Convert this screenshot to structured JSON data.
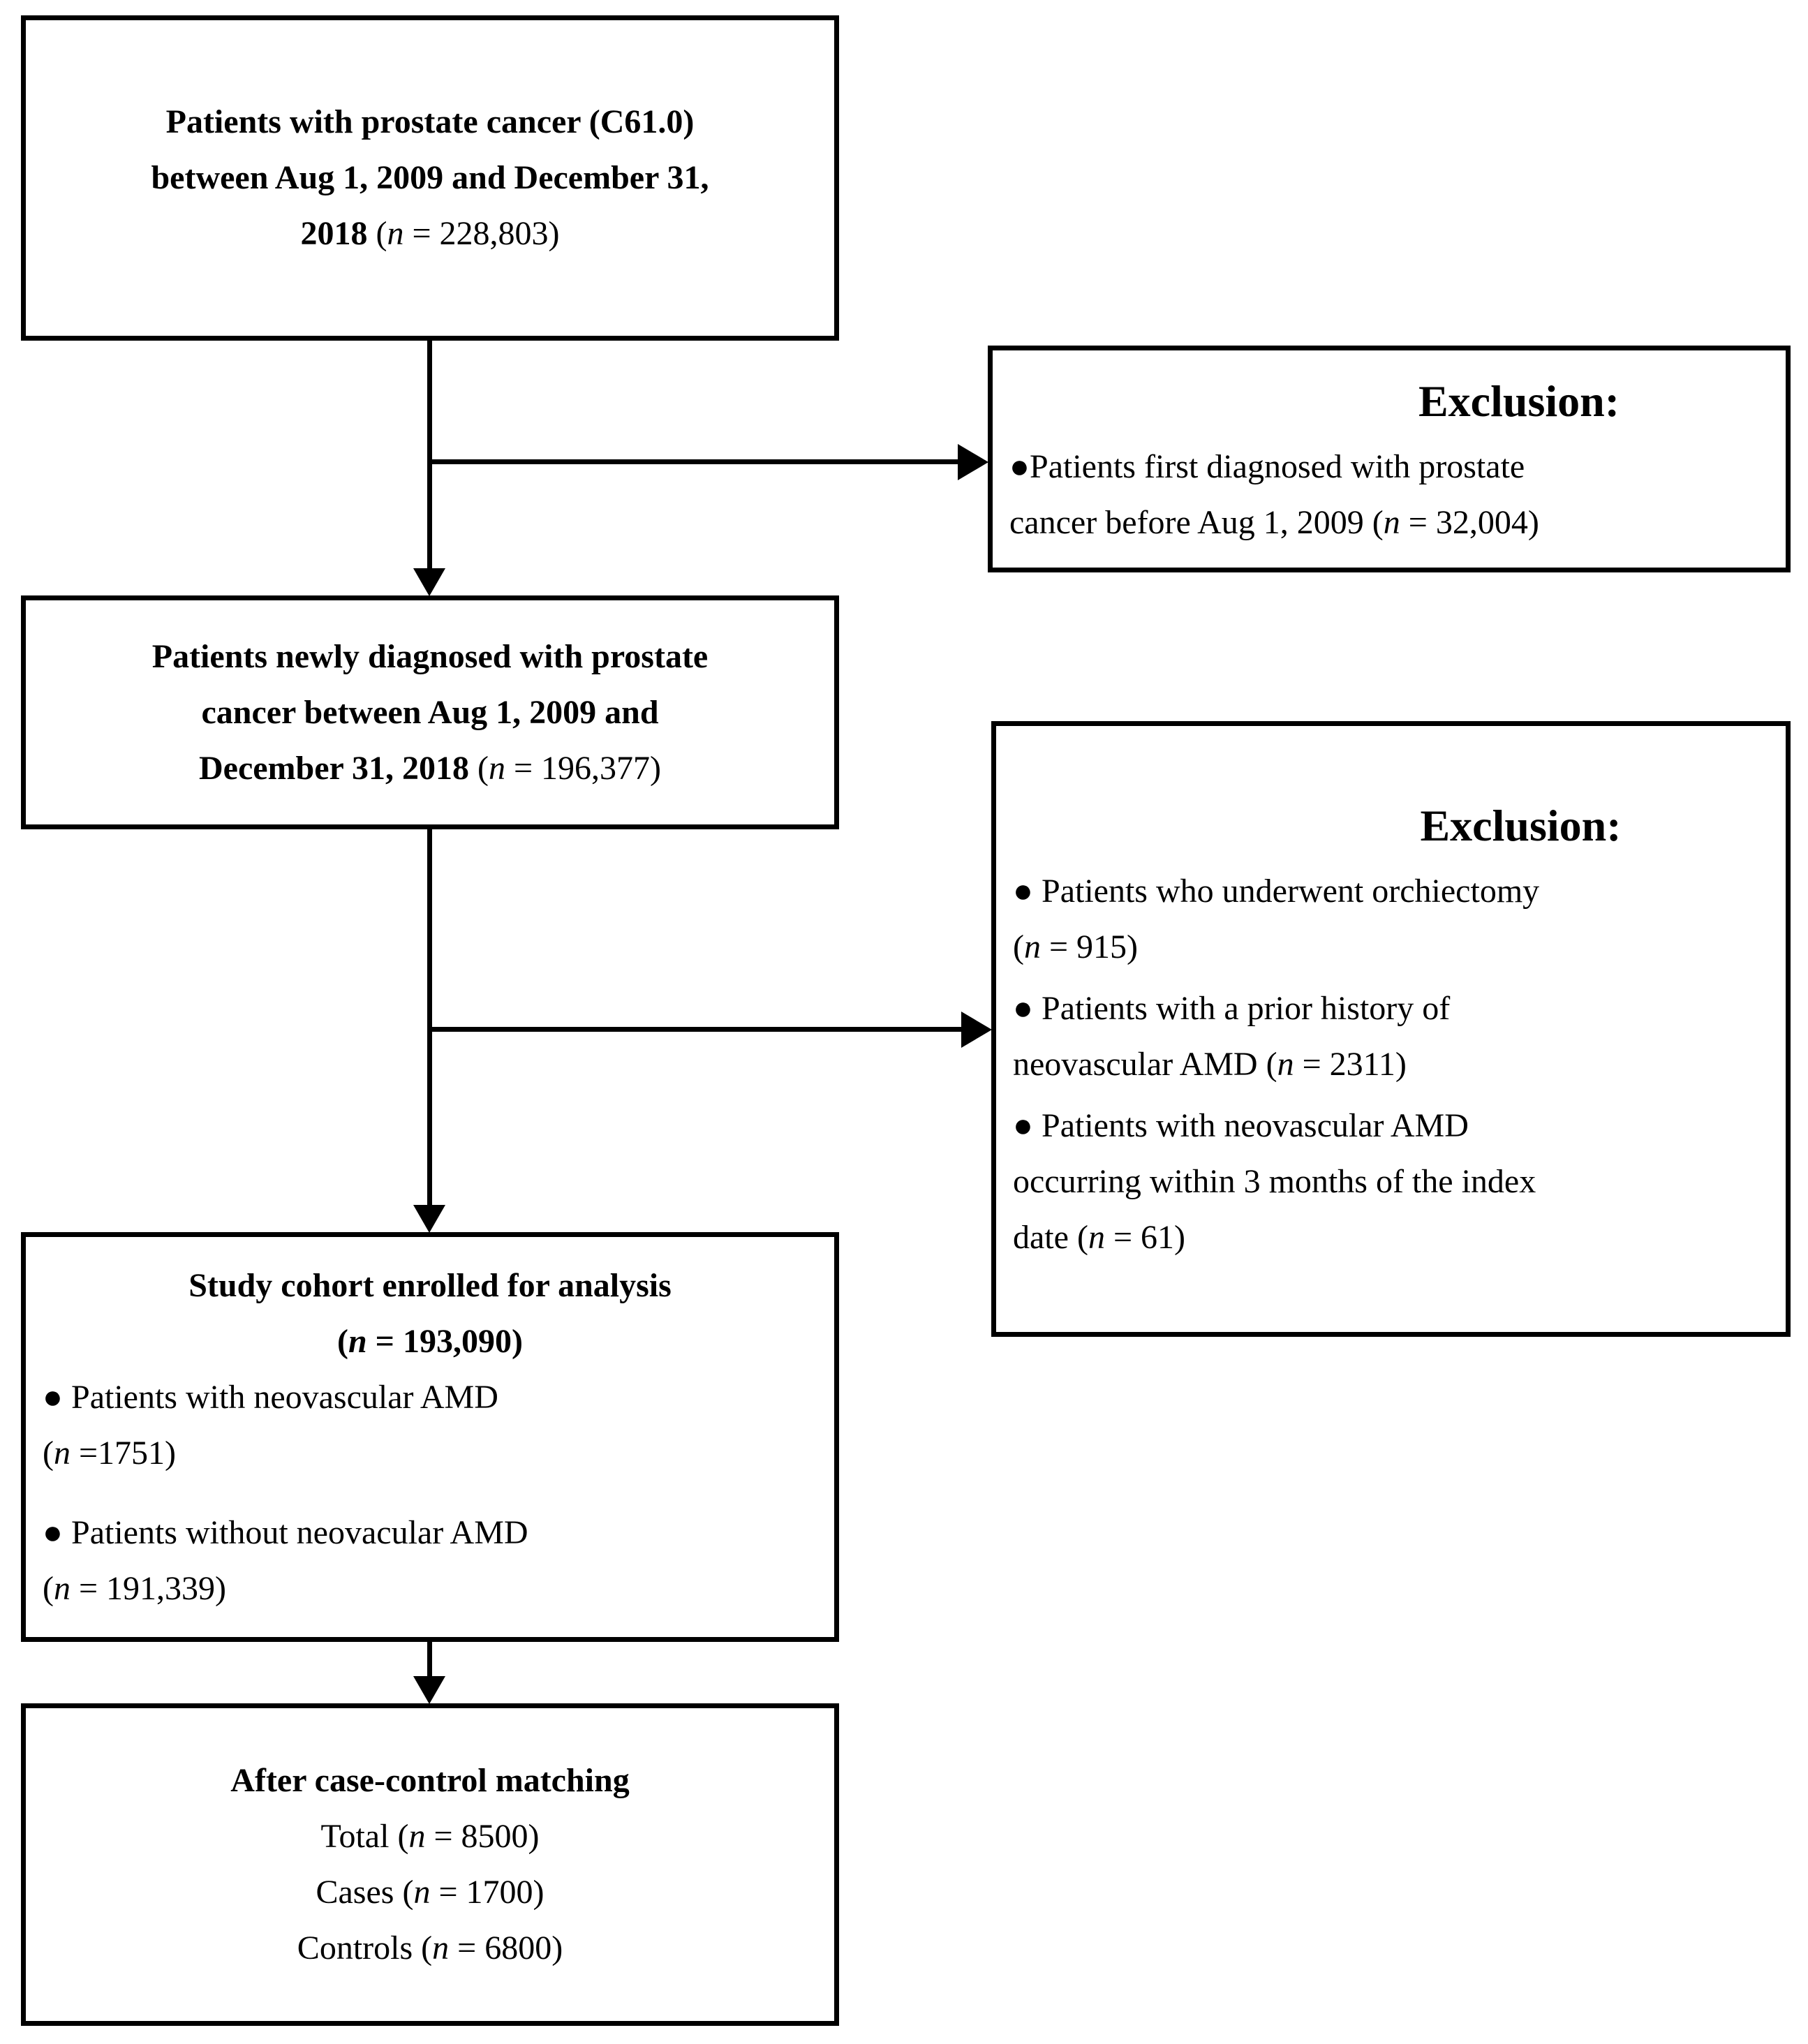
{
  "colors": {
    "ink": "#000000",
    "paper": "#ffffff"
  },
  "boxes": {
    "box1": {
      "lines": [
        {
          "text": "Patients with prostate cancer  (C61.0)"
        },
        {
          "text": "between Aug 1, 2009 and December 31,"
        },
        {
          "lead": "2018 ",
          "pre": "(",
          "n": "n",
          "post": " = 228,803)"
        }
      ]
    },
    "exclusion1": {
      "header": "Exclusion:",
      "lines": [
        {
          "text": "●Patients first diagnosed with prostate"
        },
        {
          "pre": "cancer before Aug 1, 2009 (",
          "n": "n",
          "post": " = 32,004)"
        }
      ]
    },
    "box2": {
      "lines": [
        {
          "text": "Patients newly diagnosed with prostate"
        },
        {
          "text": "cancer between Aug 1, 2009 and"
        },
        {
          "lead": "December 31, 2018 ",
          "pre": "(",
          "n": "n",
          "post": " = 196,377)"
        }
      ]
    },
    "exclusion2": {
      "header": "Exclusion:",
      "items": [
        {
          "lines": [
            {
              "text": "● Patients who underwent orchiectomy"
            },
            {
              "pre": "(",
              "n": "n",
              "post": " = 915)"
            }
          ]
        },
        {
          "lines": [
            {
              "text": "● Patients with a prior history of"
            },
            {
              "pre": "neovascular AMD (",
              "n": "n",
              "post": " = 2311)"
            }
          ]
        },
        {
          "lines": [
            {
              "text": "● Patients with neovascular AMD"
            },
            {
              "text": "occurring within 3 months of the index"
            },
            {
              "pre": "date (",
              "n": "n",
              "post": " = 61)"
            }
          ]
        }
      ]
    },
    "box3": {
      "header": "Study cohort enrolled for analysis",
      "subheader": {
        "pre": "(",
        "n": "n",
        "post": " = 193,090)"
      },
      "items": [
        {
          "lines": [
            {
              "text": "● Patients with neovascular AMD"
            },
            {
              "pre": "(",
              "n": "n",
              "post": " =1751)"
            }
          ]
        },
        {
          "lines": [
            {
              "text": "● Patients without neovacular AMD"
            },
            {
              "pre": "(",
              "n": "n",
              "post": " = 191,339)"
            }
          ]
        }
      ]
    },
    "box4": {
      "header": "After case-control matching",
      "lines": [
        {
          "pre": "Total (",
          "n": "n",
          "post": " = 8500)"
        },
        {
          "pre": "Cases (",
          "n": "n",
          "post": " = 1700)"
        },
        {
          "pre": "Controls (",
          "n": "n",
          "post": " = 6800)"
        }
      ]
    }
  }
}
